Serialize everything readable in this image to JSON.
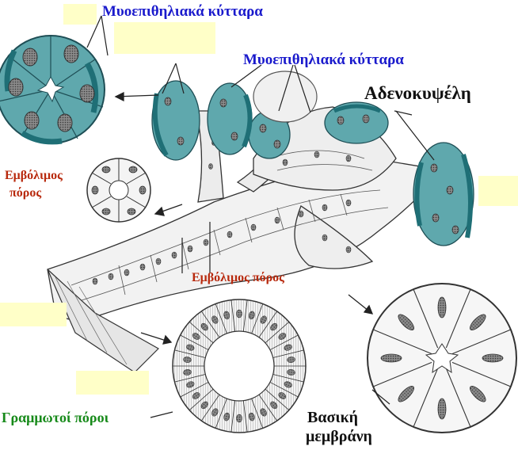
{
  "labels": {
    "myoepithelial_top": "Μυοεπιθηλιακά κύτταρα",
    "myoepithelial_mid": "Μυοεπιθηλιακά κύτταρα",
    "acinus": "Αδενοκυψέλη",
    "intercalated_left_line1": "Εμβόλιμος",
    "intercalated_left_line2": "πόρος",
    "intercalated_center": "Εμβόλιμος πόρος",
    "striated_ducts": "Γραμμωτοί πόροι",
    "basement_line1": "Βασική",
    "basement_line2": "μεμβράνη"
  },
  "colors": {
    "label_blue": "#1a1acc",
    "label_red": "#b8290d",
    "label_green": "#178a1a",
    "blank_box": "#ffffc8",
    "acinus_teal": "#5fa8ad",
    "myoepithelial_dark": "#2a7a82",
    "nucleus": "#6b6b6b"
  }
}
